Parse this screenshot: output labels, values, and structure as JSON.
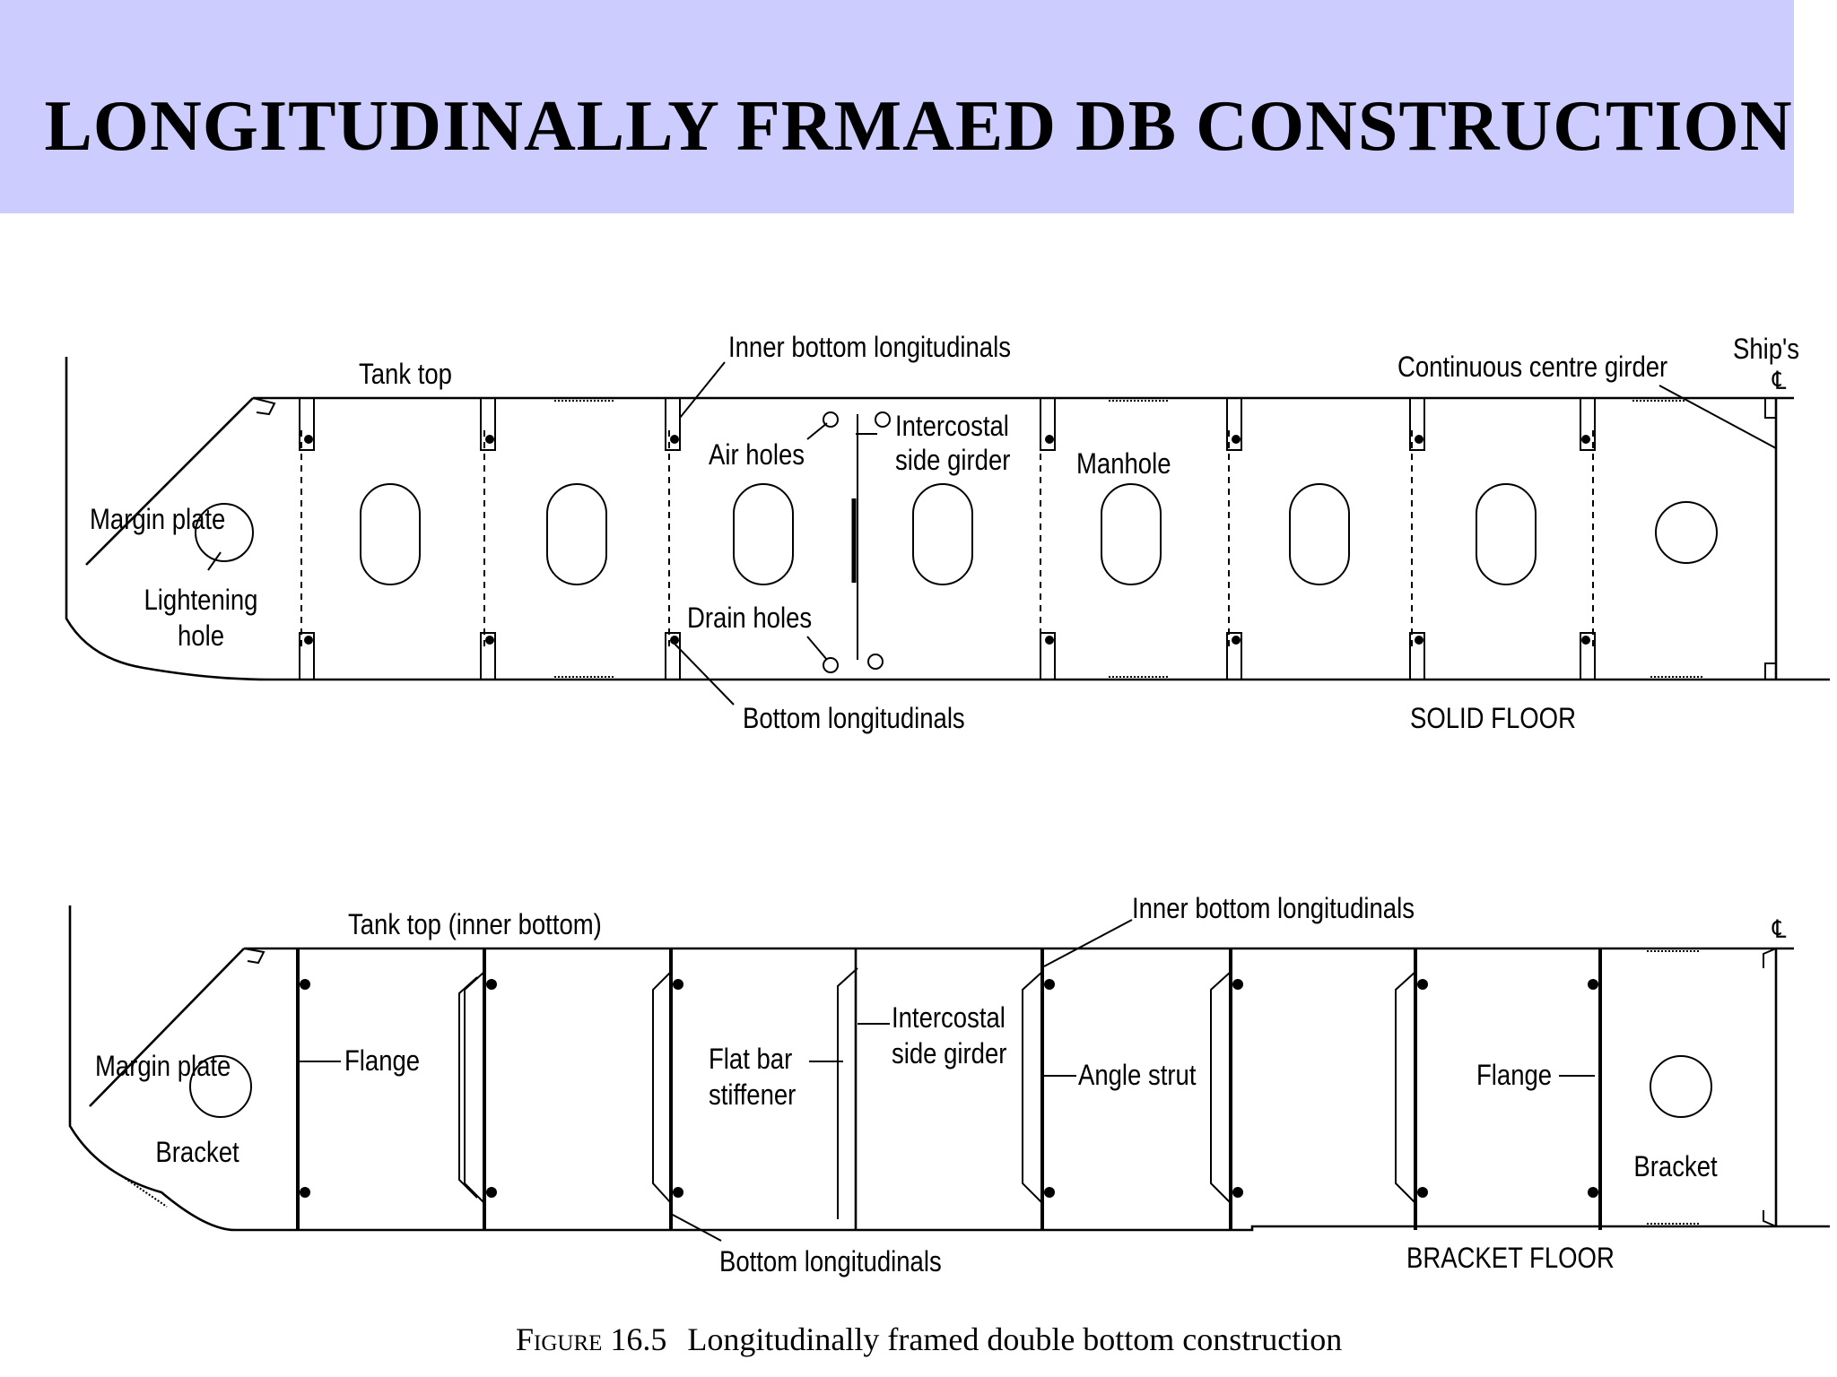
{
  "slide": {
    "title": "LONGITUDINALLY FRMAED DB CONSTRUCTION",
    "title_bar_color": "#ccccff"
  },
  "solid_floor": {
    "heading": "SOLID FLOOR",
    "labels": {
      "tank_top": "Tank top",
      "inner_bottom_longitudinals": "Inner bottom longitudinals",
      "continuous_centre_girder": "Continuous centre girder",
      "ships_cl": "Ship's",
      "cl_symbol": "℄",
      "margin_plate": "Margin plate",
      "air_holes": "Air holes",
      "intercostal_1": "Intercostal",
      "intercostal_2": "side girder",
      "manhole": "Manhole",
      "lightening_1": "Lightening",
      "lightening_2": "hole",
      "drain_holes": "Drain holes",
      "bottom_longitudinals": "Bottom longitudinals"
    }
  },
  "bracket_floor": {
    "heading": "BRACKET FLOOR",
    "labels": {
      "tank_top": "Tank top (inner bottom)",
      "inner_bottom_longitudinals": "Inner bottom longitudinals",
      "cl_symbol": "℄",
      "margin_plate": "Margin plate",
      "flange_left": "Flange",
      "flat_bar_1": "Flat bar",
      "flat_bar_2": "stiffener",
      "intercostal_1": "Intercostal",
      "intercostal_2": "side girder",
      "angle_strut": "Angle strut",
      "flange_right": "Flange",
      "bracket_left": "Bracket",
      "bracket_right": "Bracket",
      "bottom_longitudinals": "Bottom longitudinals"
    }
  },
  "caption": {
    "prefix": "Figure 16.5",
    "text": "Longitudinally framed double bottom construction"
  }
}
